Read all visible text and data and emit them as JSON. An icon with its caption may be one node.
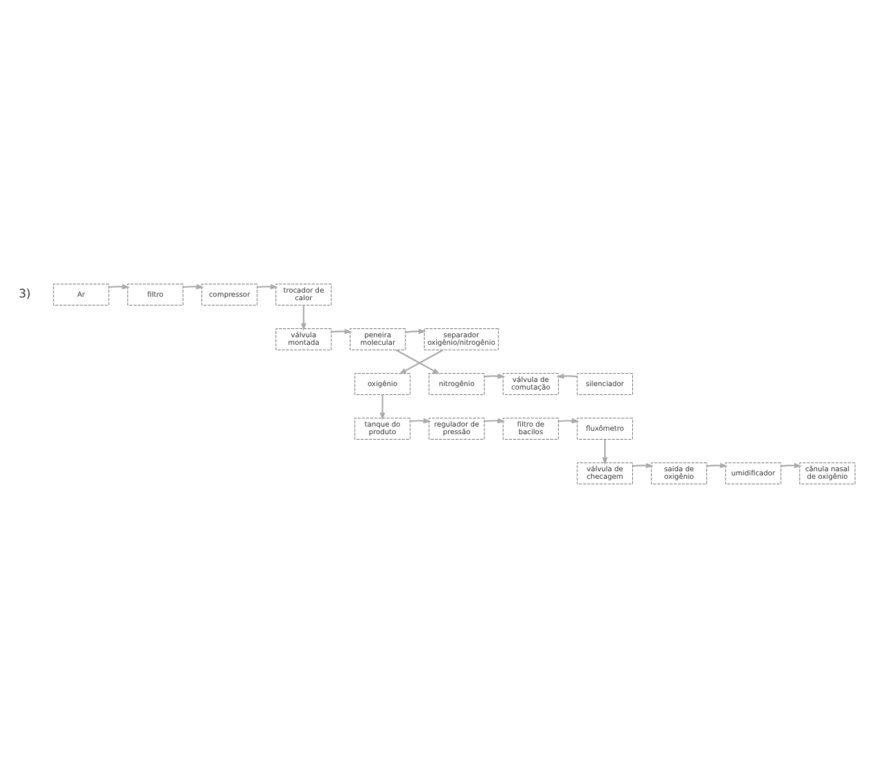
{
  "diagram": {
    "nodes": [
      {
        "text": [
          "Ar"
        ]
      },
      {
        "text": [
          "filtro"
        ]
      },
      {
        "text": [
          "compressor"
        ]
      },
      {
        "text": [
          "trocador de calor"
        ]
      },
      {
        "text": [
          "separador oxigênio/nitrogênio"
        ]
      },
      {
        "text": [
          "peneira molecular"
        ]
      },
      {
        "text": [
          "válvula montada"
        ]
      },
      {
        "text": [
          "oxigênio"
        ]
      },
      {
        "text": [
          "nitrogênio"
        ]
      },
      {
        "text": [
          "válvula de comutação"
        ]
      },
      {
        "text": [
          "silenciador"
        ]
      },
      {
        "text": [
          "tanque do produto"
        ]
      },
      {
        "text": [
          "regulador de pressão"
        ]
      },
      {
        "text": [
          "filtro de bacilos"
        ]
      },
      {
        "text": [
          "fluxômetro"
        ]
      },
      {
        "text": [
          "cânula nasal de oxigênio"
        ]
      },
      {
        "text": [
          "umidificador"
        ]
      },
      {
        "text": [
          "saida de oxigênio"
        ]
      },
      {
        "text": [
          "válvula de checagem"
        ]
      }
    ],
    "edges": [
      {
        "from": 0,
        "to": 1,
        "arrow": "to"
      },
      {
        "from": 1,
        "to": 2,
        "arrow": "to"
      },
      {
        "from": 2,
        "to": 3,
        "arrow": "to"
      },
      {
        "from": 3,
        "to": 6,
        "arrow": "to"
      },
      {
        "from": 6,
        "to": 5,
        "arrow": "to"
      },
      {
        "from": 5,
        "to": 4,
        "arrow": "to"
      },
      {
        "from": 4,
        "to": 7,
        "arrow": "to"
      },
      {
        "from": 5,
        "to": 8,
        "arrow": "to"
      },
      {
        "from": 8,
        "to": 9,
        "arrow": "to"
      },
      {
        "from": 10,
        "to": 9,
        "arrow": "to"
      },
      {
        "from": 7,
        "to": 11,
        "arrow": "to"
      },
      {
        "from": 11,
        "to": 12,
        "arrow": "to"
      },
      {
        "from": 12,
        "to": 13,
        "arrow": "to"
      },
      {
        "from": 13,
        "to": 14,
        "arrow": "to"
      },
      {
        "from": 14,
        "to": 18,
        "arrow": "to"
      },
      {
        "from": 18,
        "to": 17,
        "arrow": "to"
      },
      {
        "from": 17,
        "to": 16,
        "arrow": "to"
      },
      {
        "from": 16,
        "to": 15,
        "arrow": "to"
      }
    ],
    "labels": [
      "3)"
    ]
  }
}
